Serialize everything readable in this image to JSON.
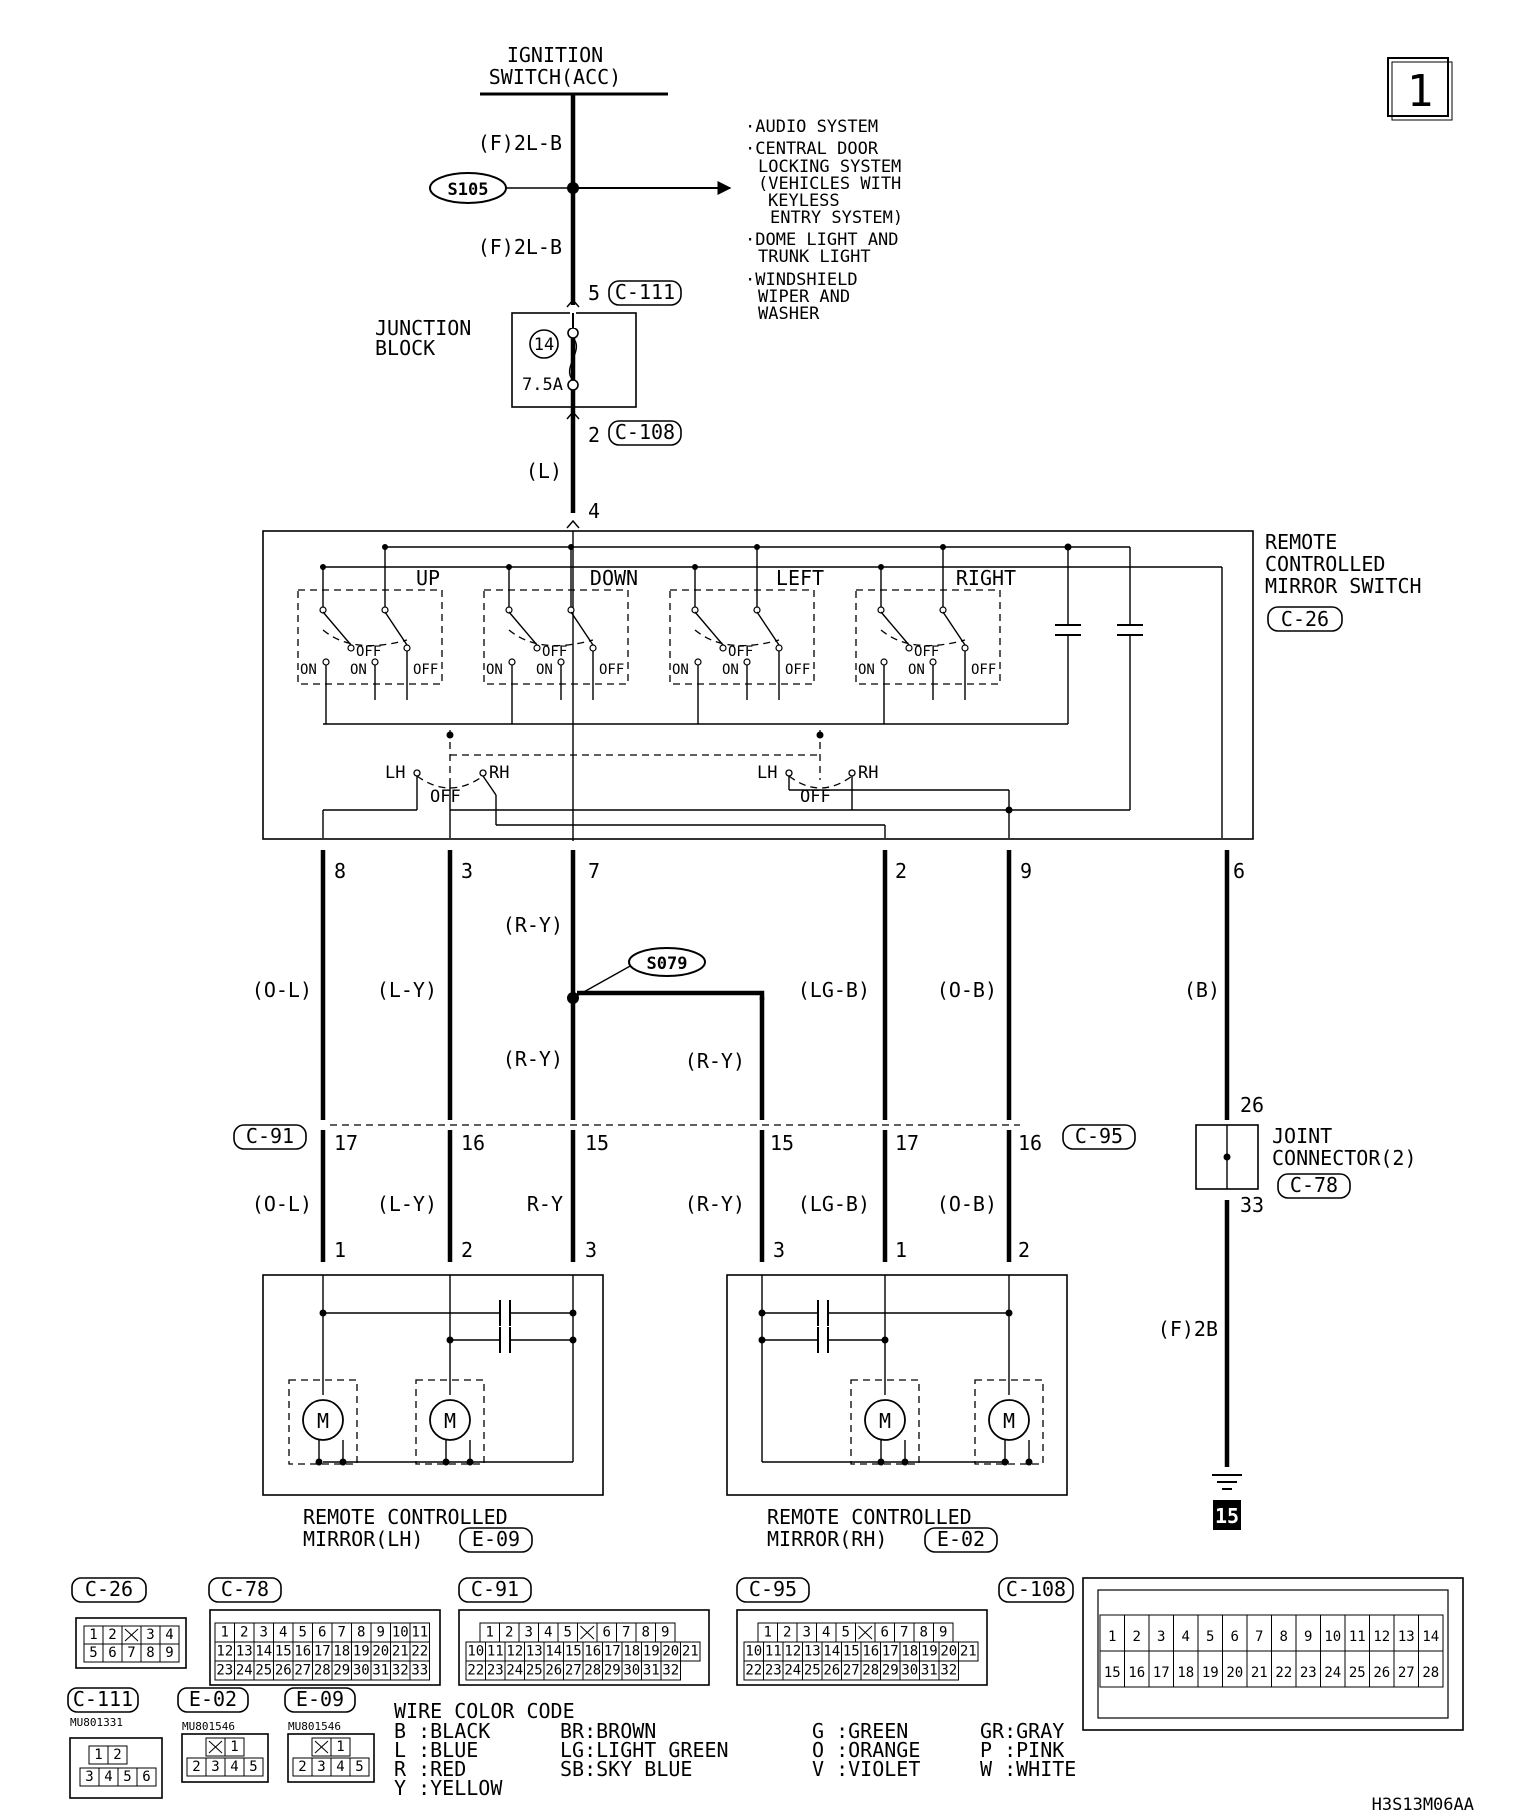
{
  "page_number": "1",
  "ignition": [
    "IGNITION",
    "SWITCH(ACC)"
  ],
  "wire_top1": "(F)2L-B",
  "wire_top2": "(F)2L-B",
  "splice_s105": "S105",
  "splice_s079": "S079",
  "systems": [
    "·AUDIO SYSTEM",
    "·CENTRAL DOOR",
    "LOCKING SYSTEM",
    "(VEHICLES WITH",
    "KEYLESS",
    "ENTRY SYSTEM)",
    "·DOME LIGHT AND",
    "TRUNK LIGHT",
    "·WINDSHIELD",
    "WIPER AND",
    "WASHER"
  ],
  "junction": {
    "title": [
      "JUNCTION",
      "BLOCK"
    ],
    "fuse_no": "14",
    "fuse_rating": "7.5A",
    "pin_in": "5",
    "pin_out": "2",
    "conn_in": "C-111",
    "conn_out": "C-108"
  },
  "wire_L": "(L)",
  "mirror_switch": {
    "title": [
      "REMOTE",
      "CONTROLLED",
      "MIRROR SWITCH"
    ],
    "connector": "C-26",
    "top_pin": "4",
    "groups": [
      "UP",
      "DOWN",
      "LEFT",
      "RIGHT"
    ],
    "on": "ON",
    "off": "OFF",
    "lh": "LH",
    "rh": "RH",
    "pins": [
      "8",
      "3",
      "7",
      "2",
      "9",
      "6"
    ]
  },
  "wires_upper": [
    "(O-L)",
    "(L-Y)",
    "(R-Y)",
    "(R-Y)",
    "(R-Y)",
    "(LG-B)",
    "(O-B)",
    "(B)"
  ],
  "intermediate": {
    "left_conn": "C-91",
    "right_conn": "C-95",
    "left_pins": [
      "17",
      "16",
      "15"
    ],
    "right_pins": [
      "15",
      "17",
      "16"
    ]
  },
  "joint": {
    "title": [
      "JOINT",
      "CONNECTOR(2)"
    ],
    "connector": "C-78",
    "pin_in": "26",
    "pin_out": "33"
  },
  "wires_lower": [
    "(O-L)",
    "(L-Y)",
    "R-Y",
    "(R-Y)",
    "(LG-B)",
    "(O-B)"
  ],
  "mirror_lh": {
    "pins": [
      "1",
      "2",
      "3"
    ],
    "title": [
      "REMOTE CONTROLLED",
      "MIRROR(LH)"
    ],
    "connector": "E-09"
  },
  "mirror_rh": {
    "pins": [
      "3",
      "1",
      "2"
    ],
    "title": [
      "REMOTE CONTROLLED",
      "MIRROR(RH)"
    ],
    "connector": "E-02"
  },
  "motor_label": "M",
  "ground_wire": "(F)2B",
  "ground_no": "15",
  "connectors": {
    "c26": {
      "label": "C-26",
      "rows": [
        [
          "1",
          "2",
          "",
          "3",
          "4"
        ],
        [
          "5",
          "6",
          "7",
          "8",
          "9"
        ]
      ]
    },
    "c78": {
      "label": "C-78",
      "rows": [
        [
          "1",
          "2",
          "3",
          "4",
          "5",
          "6",
          "7",
          "8",
          "9",
          "10",
          "11"
        ],
        [
          "12",
          "13",
          "14",
          "15",
          "16",
          "17",
          "18",
          "19",
          "20",
          "21",
          "22"
        ],
        [
          "23",
          "24",
          "25",
          "26",
          "27",
          "28",
          "29",
          "30",
          "31",
          "32",
          "33"
        ]
      ]
    },
    "c91": {
      "label": "C-91",
      "rows": [
        [
          "1",
          "2",
          "3",
          "4",
          "5",
          "",
          "6",
          "7",
          "8",
          "9"
        ],
        [
          "10",
          "11",
          "12",
          "13",
          "14",
          "15",
          "16",
          "17",
          "18",
          "19",
          "20",
          "21"
        ],
        [
          "22",
          "23",
          "24",
          "25",
          "26",
          "27",
          "28",
          "29",
          "30",
          "31",
          "32"
        ]
      ]
    },
    "c95": {
      "label": "C-95",
      "rows": [
        [
          "1",
          "2",
          "3",
          "4",
          "5",
          "",
          "6",
          "7",
          "8",
          "9"
        ],
        [
          "10",
          "11",
          "12",
          "13",
          "14",
          "15",
          "16",
          "17",
          "18",
          "19",
          "20",
          "21"
        ],
        [
          "22",
          "23",
          "24",
          "25",
          "26",
          "27",
          "28",
          "29",
          "30",
          "31",
          "32"
        ]
      ]
    },
    "c108": {
      "label": "C-108",
      "rows": [
        [
          "1",
          "2",
          "3",
          "4",
          "5",
          "6",
          "7",
          "8",
          "9",
          "10",
          "11",
          "12",
          "13",
          "14"
        ],
        [
          "15",
          "16",
          "17",
          "18",
          "19",
          "20",
          "21",
          "22",
          "23",
          "24",
          "25",
          "26",
          "27",
          "28"
        ]
      ]
    },
    "c111": {
      "label": "C-111",
      "part": "MU801331",
      "rows": [
        [
          "1",
          "2"
        ],
        [
          "3",
          "4",
          "5",
          "6"
        ]
      ]
    },
    "e02": {
      "label": "E-02",
      "part": "MU801546",
      "rows": [
        [
          "",
          "1"
        ],
        [
          "2",
          "3",
          "4",
          "5"
        ]
      ]
    },
    "e09": {
      "label": "E-09",
      "part": "MU801546",
      "rows": [
        [
          "",
          "1"
        ],
        [
          "2",
          "3",
          "4",
          "5"
        ]
      ]
    }
  },
  "wire_color": {
    "title": "WIRE COLOR CODE",
    "col1": [
      "B :BLACK",
      "L :BLUE",
      "R :RED",
      "Y :YELLOW"
    ],
    "col2": [
      "BR:BROWN",
      "LG:LIGHT GREEN",
      "SB:SKY BLUE"
    ],
    "col3": [
      "G :GREEN",
      "O :ORANGE",
      "V :VIOLET"
    ],
    "col4": [
      "GR:GRAY",
      "P :PINK",
      "W :WHITE"
    ]
  },
  "figure_code": "H3S13M06AA"
}
